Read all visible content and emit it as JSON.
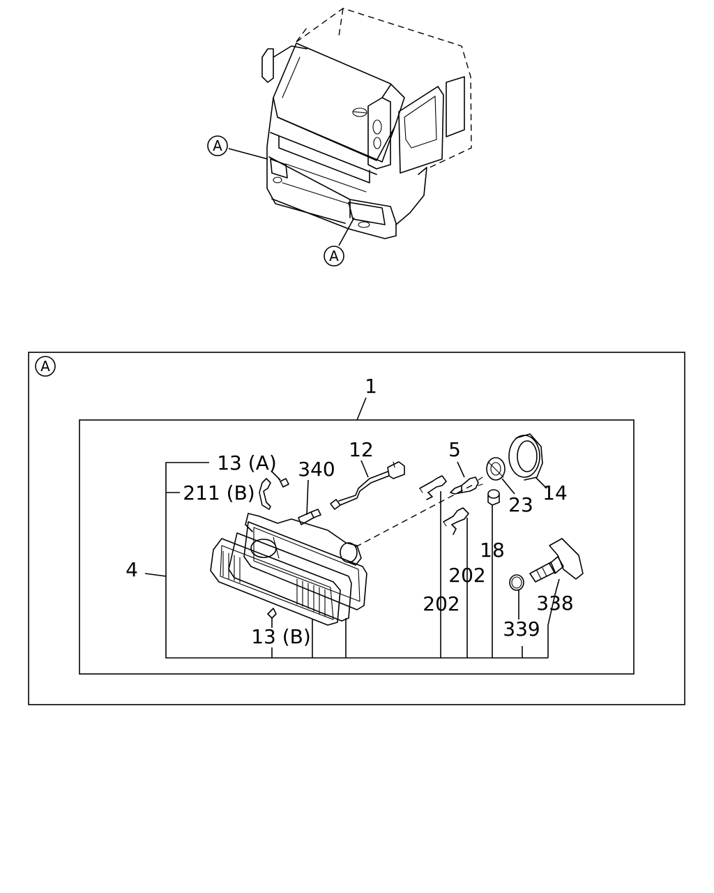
{
  "callouts": {
    "cab_left": "A",
    "cab_bottom": "A",
    "detail_frame": "A"
  },
  "labels": {
    "assembly": "1",
    "harness": "12",
    "bulb": "5",
    "retainer": "14",
    "socket": "23",
    "part_13a": "13 (A)",
    "part_340": "340",
    "part_211b": "211 (B)",
    "lamp_body": "4",
    "part_18": "18",
    "screw_upper": "202",
    "screw_lower": "202",
    "connector": "338",
    "oring": "339",
    "part_13b": "13 (B)"
  }
}
